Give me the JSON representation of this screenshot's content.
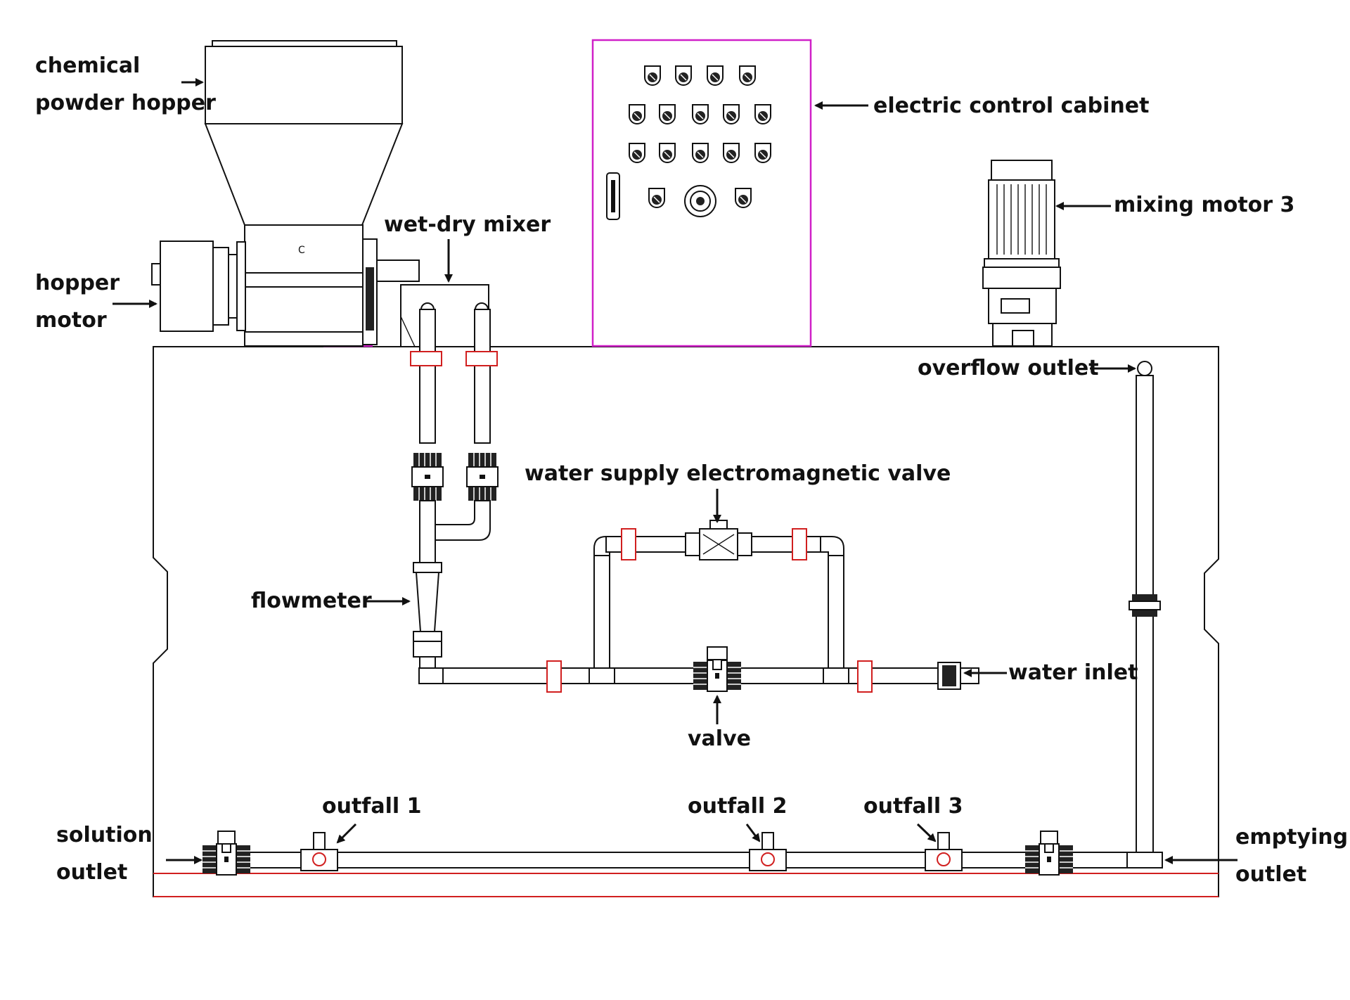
{
  "labels": {
    "hopper_line1": "chemical",
    "hopper_line2": "powder hopper",
    "hopper_motor_line1": "hopper",
    "hopper_motor_line2": "motor",
    "wet_dry_mixer": "wet-dry mixer",
    "control_cabinet": "electric control cabinet",
    "mixing_motor": "mixing motor 3",
    "overflow_outlet": "overflow outlet",
    "solenoid_valve": "water supply electromagnetic valve",
    "flowmeter": "flowmeter",
    "water_inlet": "water inlet",
    "valve": "valve",
    "outfall_1": "outfall 1",
    "outfall_2": "outfall 2",
    "outfall_3": "outfall 3",
    "solution_outlet_line1": "solution",
    "solution_outlet_line2": "outlet",
    "emptying_outlet_line1": "emptying",
    "emptying_outlet_line2": "outlet"
  },
  "colors": {
    "line": "#111111",
    "fitting": "#d11f1f",
    "cabinet": "#d020c8",
    "background": "#ffffff"
  }
}
